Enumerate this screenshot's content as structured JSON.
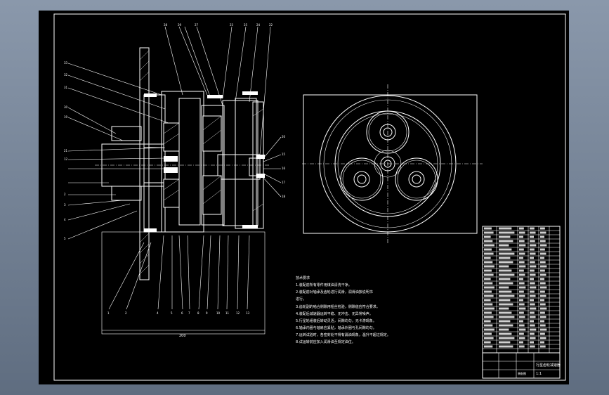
{
  "drawing": {
    "balloon_numbers_top": [
      "28",
      "29",
      "27",
      "23",
      "25",
      "24",
      "22"
    ],
    "balloon_numbers_left": [
      "33",
      "32",
      "31",
      "30",
      "19",
      "21",
      "12",
      "2",
      "3",
      "4",
      "5"
    ],
    "balloon_numbers_right": [
      "20",
      "15",
      "16",
      "17",
      "18"
    ],
    "balloon_numbers_bottom": [
      "1",
      "2",
      "4",
      "5",
      "6",
      "7",
      "8",
      "9",
      "10",
      "11",
      "12",
      "13"
    ],
    "overall_dimension": "200"
  },
  "tech_requirements": {
    "title": "技术要求",
    "lines": [
      "1.装配前所有零件用煤油清洗干净。",
      "2.装配前对轴承及齿轮进行润滑，润滑油按说明书",
      "进行。",
      "3.齿轮副的啮合侧隙用铅丝检验，侧隙值应符合要求。",
      "4.装配后减速器运转平稳、无冲击、无异常噪声。",
      "5.行星轮组装后转动灵活，间隙均匀，无卡滞现象。",
      "6.轴承内圈与轴肩应紧贴，轴承外圈与孔间隙均匀。",
      "7.运转试验时，各密封处不得有漏油现象，温升不超过规定。",
      "8.试运转前应加入润滑油至规定油位。"
    ]
  },
  "title_block": {
    "drawing_name": "行星齿轮减速器",
    "scale_note": "1:1",
    "extra": "装配图"
  }
}
